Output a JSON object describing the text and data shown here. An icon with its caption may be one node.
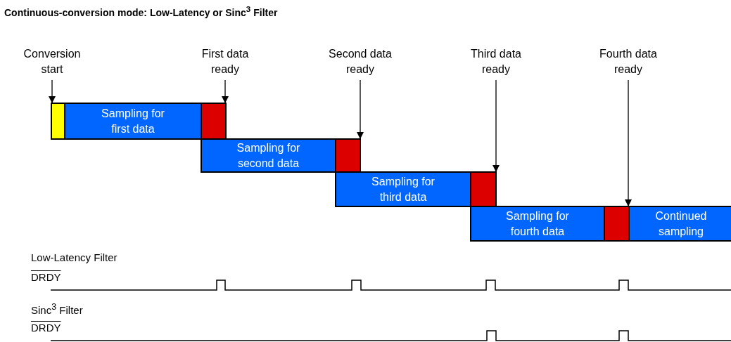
{
  "diagram": {
    "title": "Continuous-conversion mode: Low-Latency or Sinc$^{3}$ Filter",
    "nodes": [
      {
        "text": [
          "Conversion start"
        ]
      },
      {
        "text": [
          "First data ready"
        ]
      },
      {
        "text": [
          "Second data ready"
        ]
      },
      {
        "text": [
          "Third data ready"
        ]
      },
      {
        "text": [
          "Fourth data ready"
        ]
      },
      {
        "text": [],
        "shape": "box"
      },
      {
        "text": [
          "Sampling for first data"
        ]
      },
      {
        "text": [],
        "shape": "box"
      },
      {
        "text": [
          "Sampling for second data"
        ]
      },
      {
        "text": [],
        "shape": "box"
      },
      {
        "text": [
          "Sampling for third data"
        ]
      },
      {
        "text": [],
        "shape": "box"
      },
      {
        "text": [
          "Sampling for fourth data"
        ]
      },
      {
        "text": [],
        "shape": "box"
      },
      {
        "text": [
          "Continued sampling"
        ]
      }
    ],
    "edges": [
      {
        "from": 0,
        "to": 5,
        "arrow": "to"
      },
      {
        "from": 1,
        "to": 7,
        "arrow": "to"
      },
      {
        "from": 2,
        "to": 9,
        "arrow": "to"
      },
      {
        "from": 3,
        "to": 11,
        "arrow": "to"
      },
      {
        "from": 4,
        "to": 13,
        "arrow": "to"
      }
    ],
    "labels": [
      "Low-Latency Filter",
      "DRDY",
      "Sinc$^{3}$ Filter",
      "DRDY"
    ]
  }
}
